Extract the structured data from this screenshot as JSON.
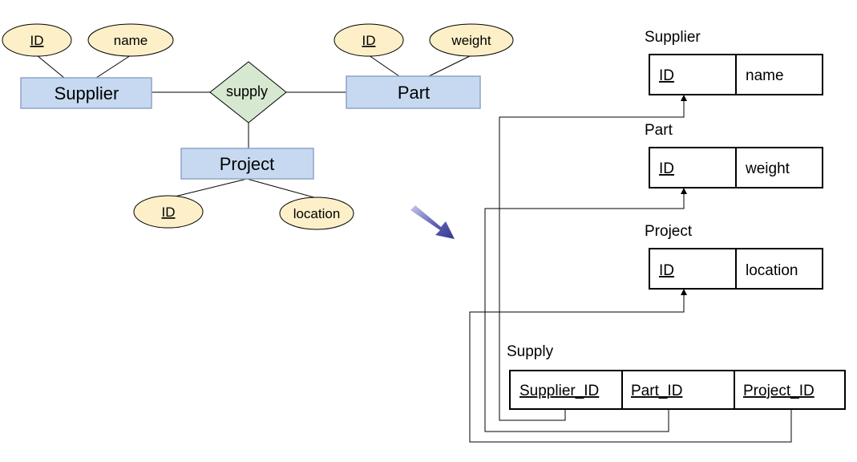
{
  "colors": {
    "entity_fill": "#c6d9f1",
    "entity_stroke": "#8ea4c8",
    "attribute_fill": "#fdf0c8",
    "relationship_fill": "#d6e9d0",
    "arrow_accent": "#35388f"
  },
  "er": {
    "entities": {
      "supplier": "Supplier",
      "part": "Part",
      "project": "Project"
    },
    "relationship": "supply",
    "attributes": {
      "supplier_id": "ID",
      "supplier_name": "name",
      "part_id": "ID",
      "part_weight": "weight",
      "project_id": "ID",
      "project_location": "location"
    }
  },
  "relational": {
    "supplier": {
      "title": "Supplier",
      "cols": [
        "ID",
        "name"
      ]
    },
    "part": {
      "title": "Part",
      "cols": [
        "ID",
        "weight"
      ]
    },
    "project": {
      "title": "Project",
      "cols": [
        "ID",
        "location"
      ]
    },
    "supply": {
      "title": "Supply",
      "cols": [
        "Supplier_ID",
        "Part_ID",
        "Project_ID"
      ]
    }
  }
}
